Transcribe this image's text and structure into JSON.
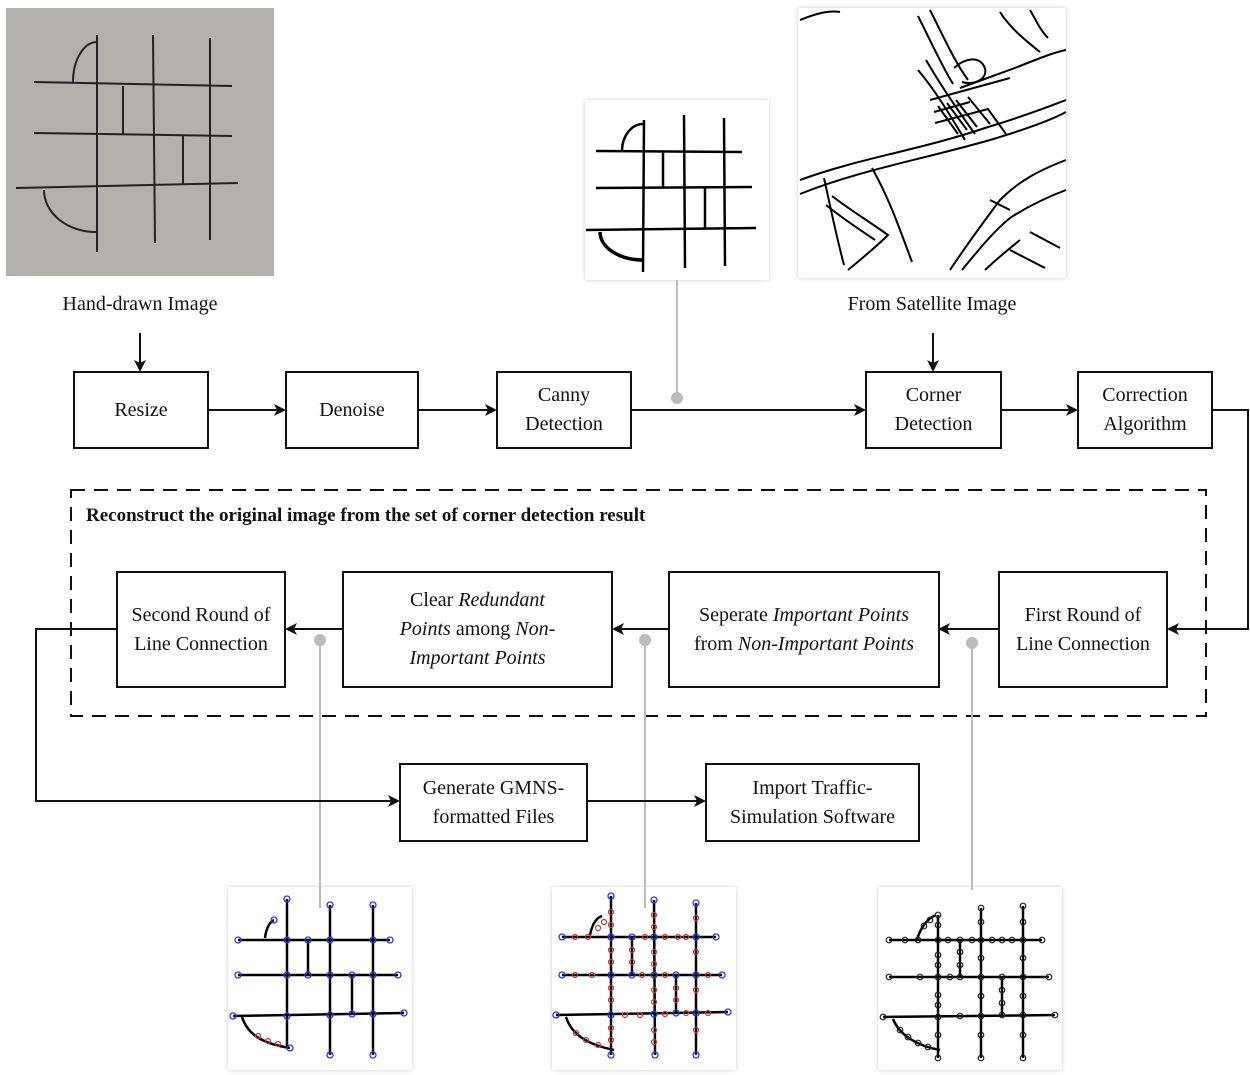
{
  "captions": {
    "hand_drawn": "Hand-drawn Image",
    "satellite": "From Satellite Image"
  },
  "boxes": {
    "resize": [
      "Resize"
    ],
    "denoise": [
      "Denoise"
    ],
    "canny": [
      "Canny",
      "Detection"
    ],
    "corner": [
      "Corner",
      "Detection"
    ],
    "correction": [
      "Correction",
      "Algorithm"
    ],
    "first_round": [
      "First Round of",
      "Line Connection"
    ],
    "seperate": [
      "Seperate Important Points",
      "from Non-Important Points"
    ],
    "clear": [
      "Clear Redundant",
      "Points among Non-",
      "Important Points"
    ],
    "second_round": [
      "Second Round of",
      "Line Connection"
    ],
    "gmns": [
      "Generate GMNS-",
      "formatted Files"
    ],
    "import": [
      "Import Traffic-",
      "Simulation Software"
    ]
  },
  "group_heading": "Reconstruct the original image from the set of corner detection result",
  "colors": {
    "line": "#111111",
    "connector": "#bbbbbb",
    "paper": "#b5b1ac",
    "blue_point": "#2a3bd6",
    "red_point": "#c83a3a"
  }
}
